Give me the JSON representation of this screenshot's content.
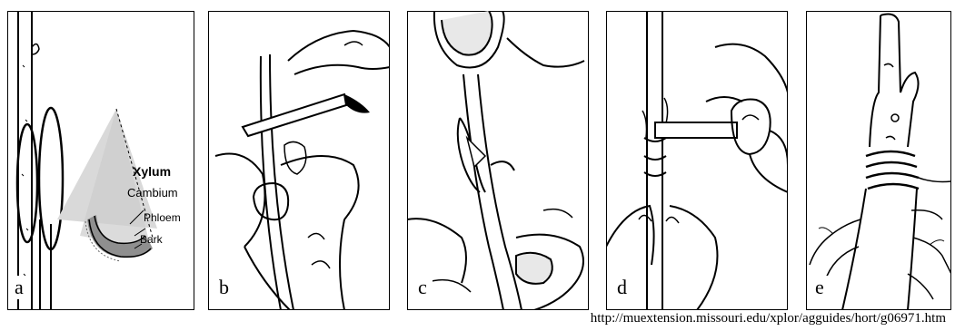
{
  "panels": [
    {
      "label": "a",
      "depiction": "twig with tongue cut and wedge cross-section"
    },
    {
      "label": "b",
      "depiction": "cutting a bud shield with a knife"
    },
    {
      "label": "c",
      "depiction": "inserting the bud into the stem"
    },
    {
      "label": "d",
      "depiction": "wrapping the graft with a band"
    },
    {
      "label": "e",
      "depiction": "finished wrapped graft with roots"
    }
  ],
  "anatomy_labels": {
    "xylum": "Xylum",
    "cambium": "Cambium",
    "phloem": "Phloem",
    "bark": "Bark"
  },
  "source_url": "http://muextension.missouri.edu/xplor/agguides/hort/g06971.htm"
}
